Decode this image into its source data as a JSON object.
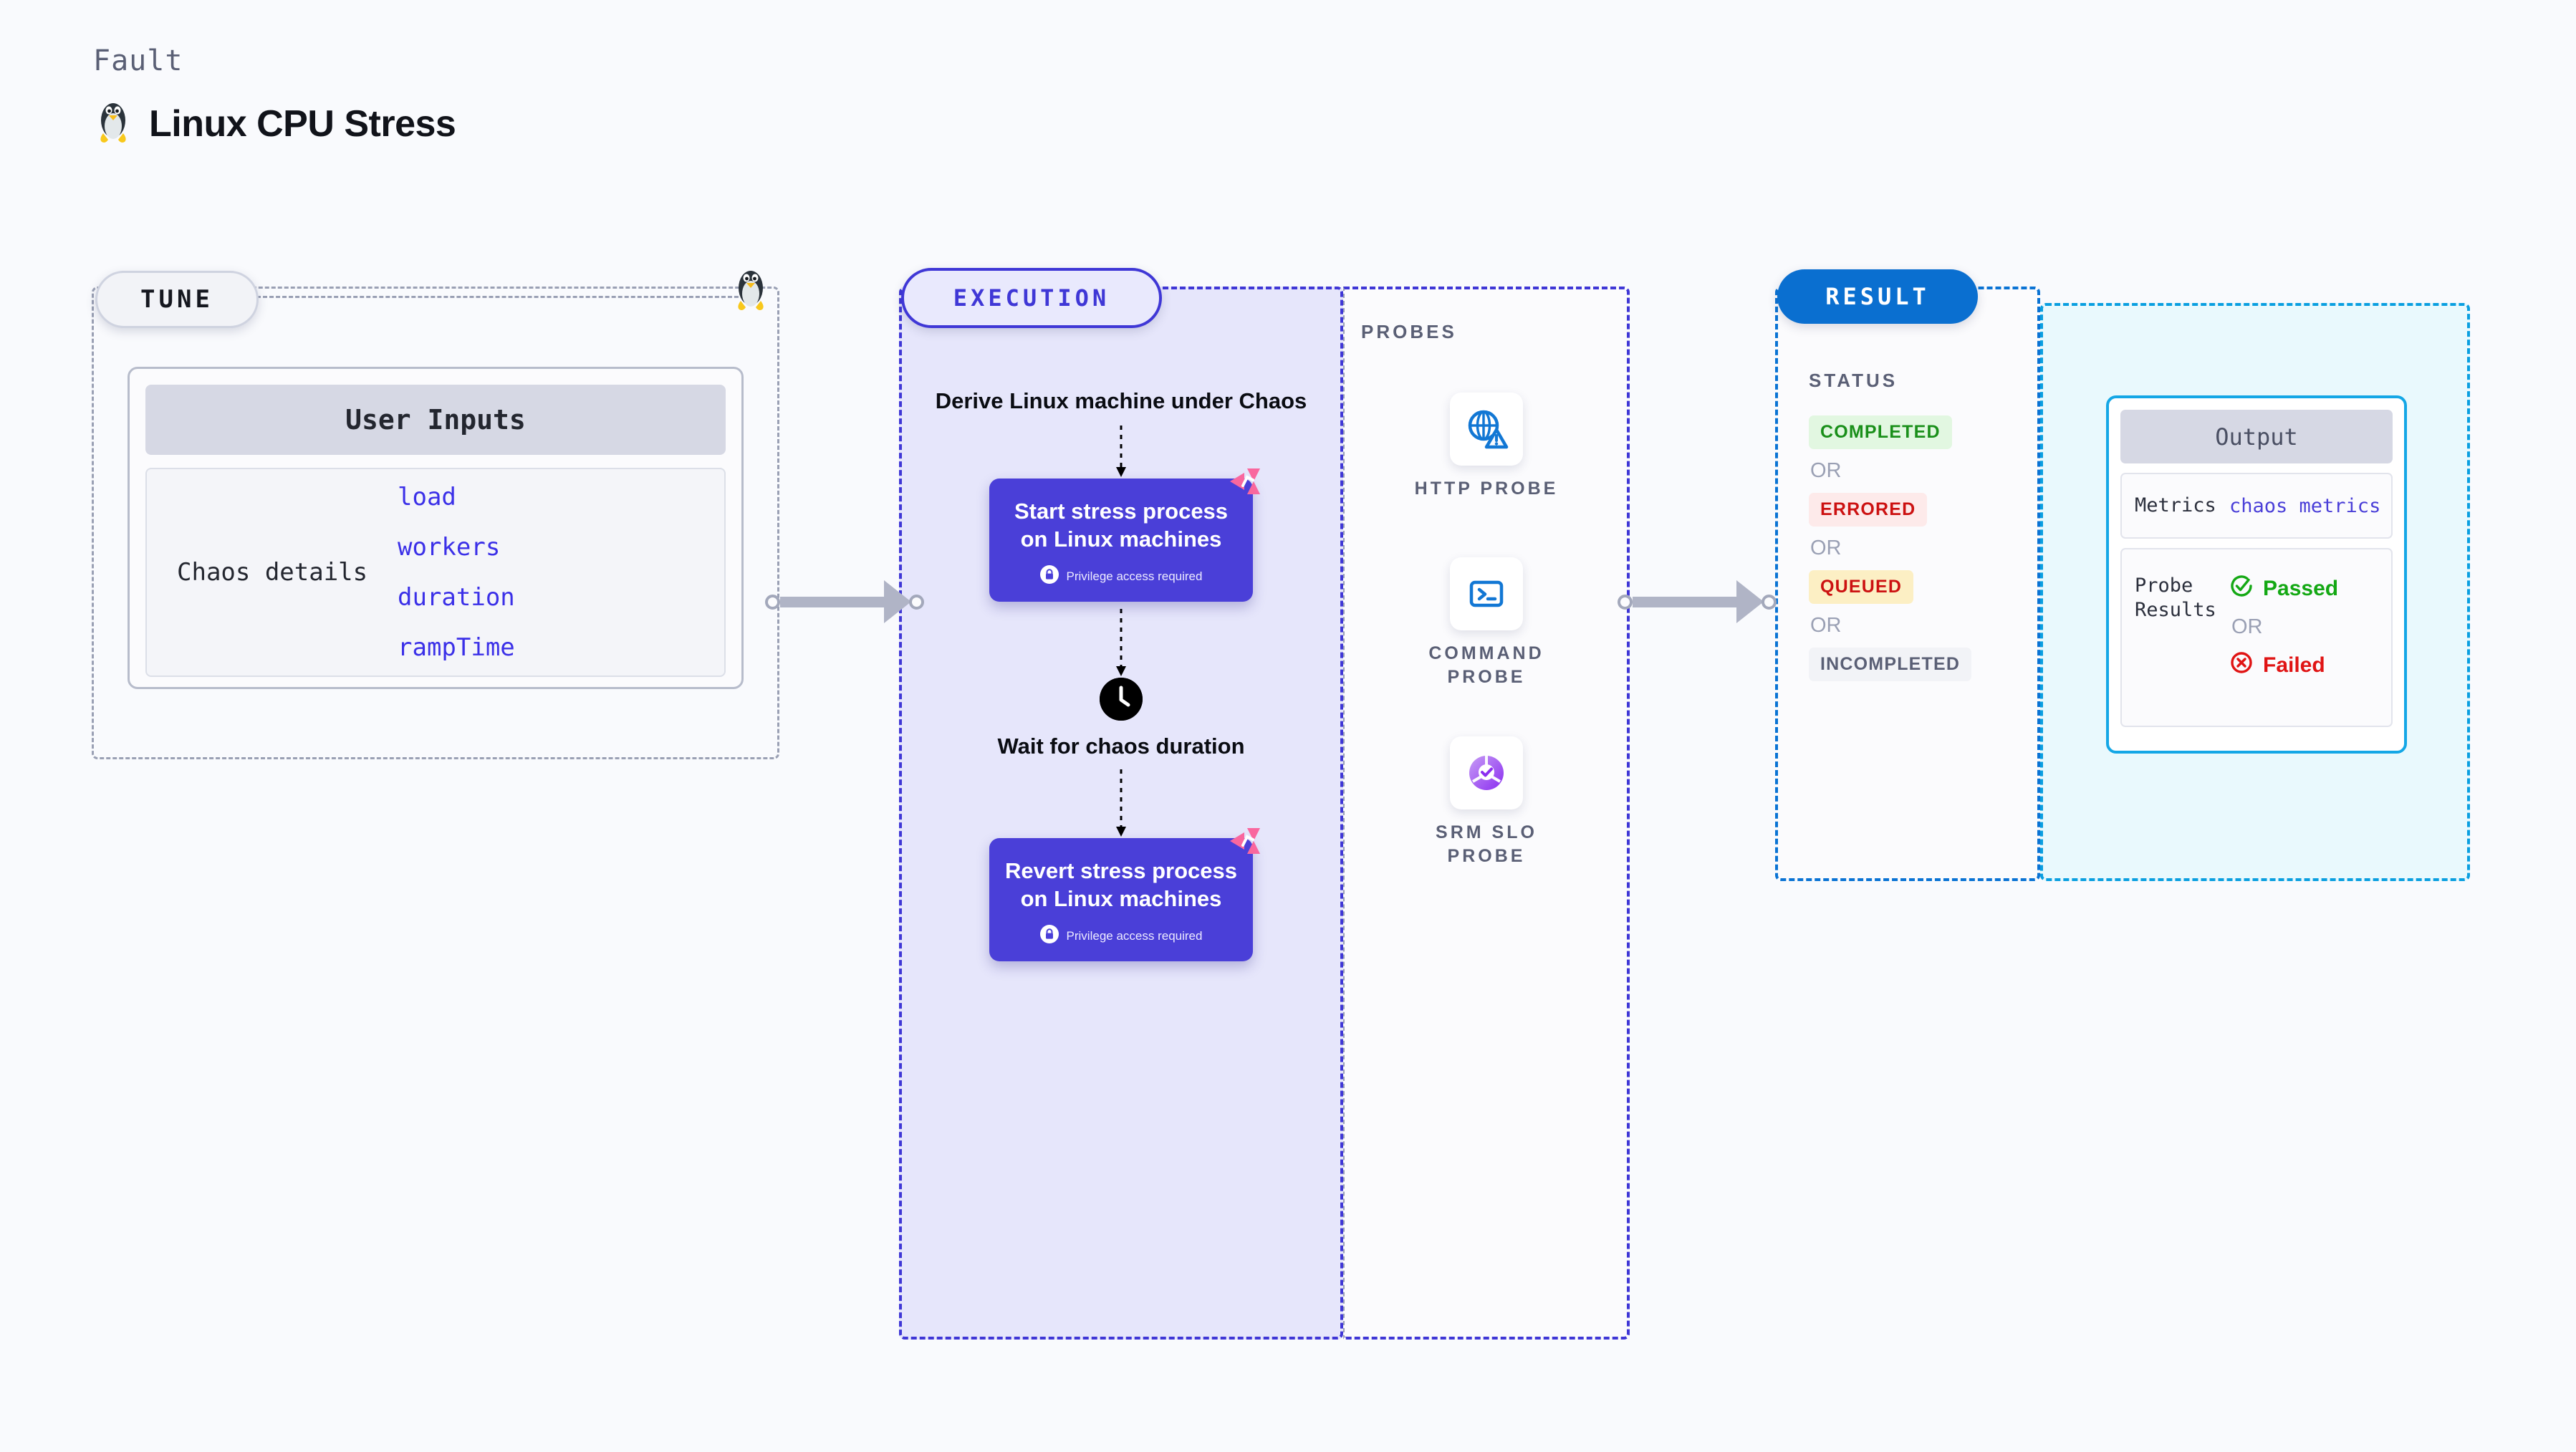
{
  "header": {
    "kicker": "Fault",
    "title": "Linux CPU Stress",
    "icon": "linux-penguin-icon"
  },
  "tune": {
    "pill_label": "TUNE",
    "icon": "linux-penguin-icon",
    "card": {
      "header": "User Inputs",
      "row_label": "Chaos details",
      "keys": [
        "load",
        "workers",
        "duration",
        "rampTime"
      ]
    }
  },
  "execution": {
    "pill_label": "EXECUTION",
    "steps": [
      {
        "type": "text",
        "title": "Derive Linux machine under Chaos"
      },
      {
        "type": "node",
        "title": "Start stress process on Linux machines",
        "privilege": "Privilege access required",
        "icon": "lock-icon",
        "badge": "chaos-badge-icon"
      },
      {
        "type": "clock",
        "title": "Wait for chaos duration",
        "icon": "clock-icon"
      },
      {
        "type": "node",
        "title": "Revert stress process on Linux machines",
        "privilege": "Privilege access required",
        "icon": "lock-icon",
        "badge": "chaos-badge-icon"
      }
    ]
  },
  "probes": {
    "label": "PROBES",
    "items": [
      {
        "caption": "HTTP PROBE",
        "icon": "globe-warning-icon"
      },
      {
        "caption": "COMMAND PROBE",
        "icon": "terminal-icon"
      },
      {
        "caption": "SRM SLO PROBE",
        "icon": "srm-slo-donut-icon"
      }
    ]
  },
  "result": {
    "pill_label": "RESULT",
    "status_label": "STATUS",
    "or_label": "OR",
    "statuses": [
      {
        "label": "COMPLETED",
        "color": "#1a8f1a",
        "bg": "#e2f7e1"
      },
      {
        "label": "ERRORED",
        "color": "#cc1111",
        "bg": "#fdeaea"
      },
      {
        "label": "QUEUED",
        "color": "#cc1111",
        "bg": "#fcefc4"
      },
      {
        "label": "INCOMPLETED",
        "color": "#5a5f75",
        "bg": "#f2f3f7"
      }
    ]
  },
  "output": {
    "header": "Output",
    "metrics_key": "Metrics",
    "metrics_value": "chaos metrics",
    "probe_results_key": "Probe Results",
    "or_label": "OR",
    "passed": {
      "label": "Passed",
      "color": "#14a814",
      "icon": "check-circle-icon"
    },
    "failed": {
      "label": "Failed",
      "color": "#e01414",
      "icon": "x-circle-icon"
    }
  },
  "colors": {
    "execution_accent": "#3f37d6",
    "result_accent": "#0a6fd0",
    "output_accent": "#14a7e6",
    "node_fill": "#4a3fd8",
    "chaos_pink": "#f9679e"
  }
}
